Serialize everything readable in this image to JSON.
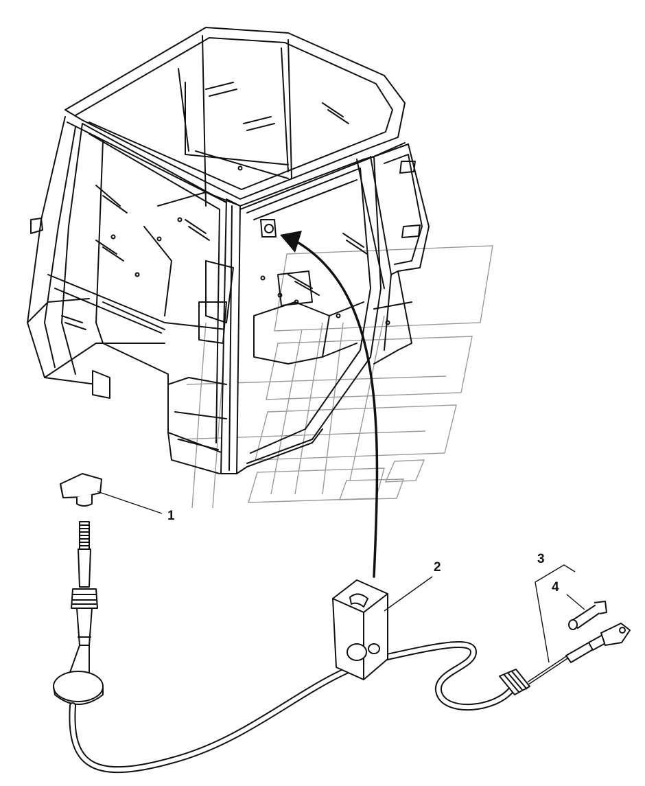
{
  "callouts": {
    "item1": "1",
    "item2": "2",
    "item3": "3",
    "item4": "4"
  },
  "colors": {
    "line": "#111111",
    "watermark": "#9a9a9a",
    "background": "#ffffff"
  }
}
